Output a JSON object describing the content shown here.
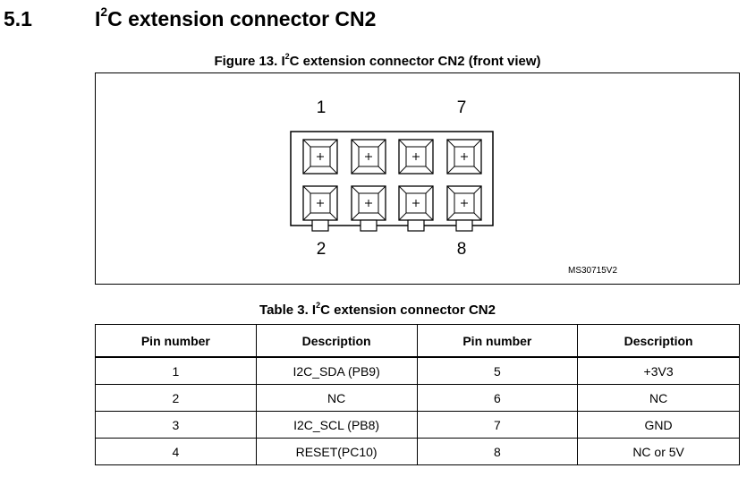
{
  "section": {
    "number": "5.1",
    "title_pre": "I",
    "title_sup": "2",
    "title_post": "C extension connector CN2"
  },
  "figure": {
    "caption_pre": "Figure 13. I",
    "caption_sup": "2",
    "caption_post": "C extension connector CN2 (front view)",
    "pin_labels": {
      "top_left": "1",
      "top_right": "7",
      "bottom_left": "2",
      "bottom_right": "8"
    },
    "code": "MS30715V2"
  },
  "table": {
    "caption_pre": "Table 3. I",
    "caption_sup": "2",
    "caption_post": "C extension connector CN2",
    "headers": [
      "Pin number",
      "Description",
      "Pin number",
      "Description"
    ],
    "rows": [
      [
        "1",
        "I2C_SDA (PB9)",
        "5",
        "+3V3"
      ],
      [
        "2",
        "NC",
        "6",
        "NC"
      ],
      [
        "3",
        "I2C_SCL (PB8)",
        "7",
        "GND"
      ],
      [
        "4",
        "RESET(PC10)",
        "8",
        "NC or 5V"
      ]
    ]
  }
}
